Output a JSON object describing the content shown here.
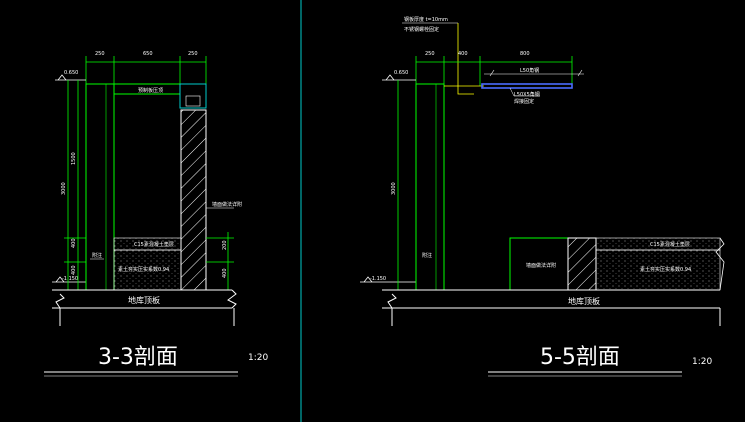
{
  "left_section": {
    "title": "3-3剖面",
    "scale": "1:20",
    "level_top": "0.650",
    "level_bottom": "-1.150",
    "dims_top": [
      "250",
      "650",
      "250"
    ],
    "dims_side_total": "3000",
    "dims_side_upper": "1500",
    "dims_side_lower": [
      "400",
      "400"
    ],
    "dims_right": [
      "200",
      "400"
    ],
    "labels": {
      "top_band": "预制板压顶",
      "right_wall": "墙面做法详附",
      "fill_upper": "C15素混凝土垫层",
      "fill_lower": "素土夯实压实系数0.94",
      "left_mark": "附注",
      "ground": "地库顶板"
    }
  },
  "right_section": {
    "title": "5-5剖面",
    "scale": "1:20",
    "level_top": "0.650",
    "level_bottom": "-1.150",
    "dims_top": [
      "250",
      "400",
      "800"
    ],
    "dims_side_total": "3000",
    "labels": {
      "note_line1": "钢板厚度 t=10mm",
      "note_line2": "不锈钢螺栓固定",
      "bar": "L50角钢",
      "bar_note1": "L50X5角钢",
      "bar_note2": "焊接固定",
      "left_mark": "附注",
      "box": "墙面做法详附",
      "fill_upper": "C15素混凝土垫层",
      "fill_lower": "素土夯实压实系数0.94",
      "ground": "地库顶板"
    }
  }
}
